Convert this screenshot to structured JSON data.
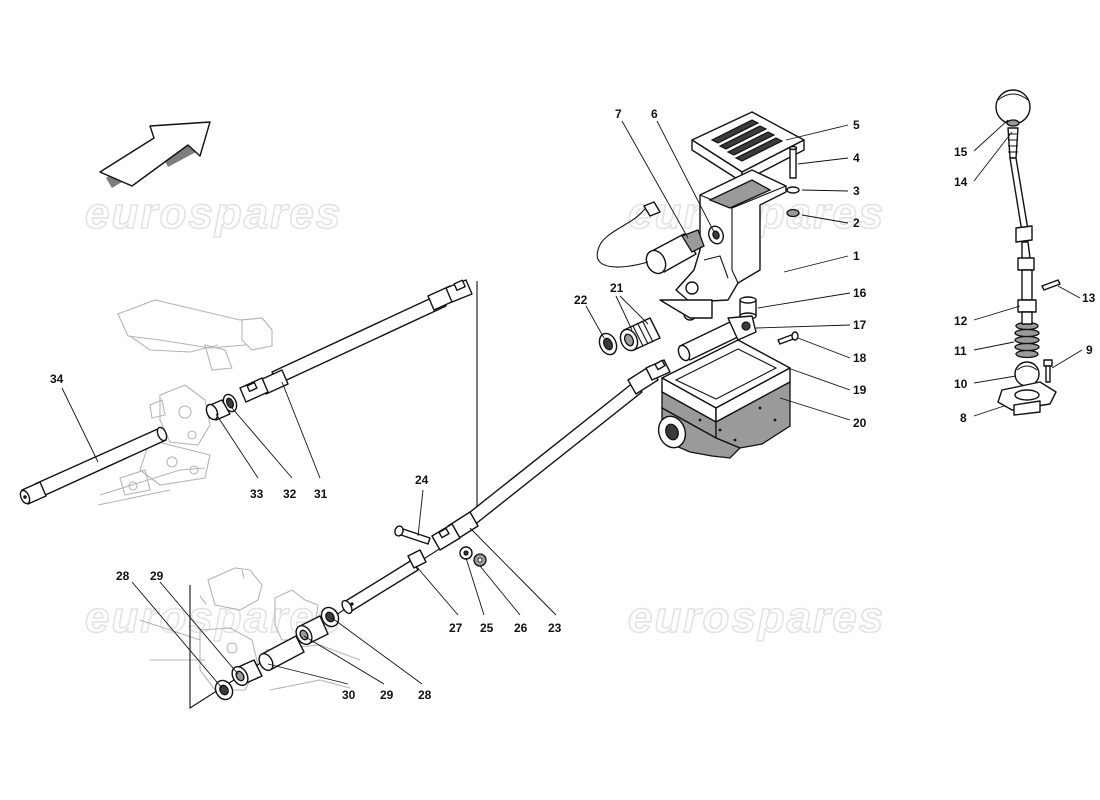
{
  "diagram": {
    "watermark": "eurospares",
    "callouts": [
      {
        "id": "c1",
        "text": "1"
      },
      {
        "id": "c2",
        "text": "2"
      },
      {
        "id": "c3",
        "text": "3"
      },
      {
        "id": "c4",
        "text": "4"
      },
      {
        "id": "c5",
        "text": "5"
      },
      {
        "id": "c6",
        "text": "6"
      },
      {
        "id": "c7",
        "text": "7"
      },
      {
        "id": "c8",
        "text": "8"
      },
      {
        "id": "c9",
        "text": "9"
      },
      {
        "id": "c10",
        "text": "10"
      },
      {
        "id": "c11",
        "text": "11"
      },
      {
        "id": "c12",
        "text": "12"
      },
      {
        "id": "c13",
        "text": "13"
      },
      {
        "id": "c14",
        "text": "14"
      },
      {
        "id": "c15",
        "text": "15"
      },
      {
        "id": "c16",
        "text": "16"
      },
      {
        "id": "c17",
        "text": "17"
      },
      {
        "id": "c18",
        "text": "18"
      },
      {
        "id": "c19",
        "text": "19"
      },
      {
        "id": "c20",
        "text": "20"
      },
      {
        "id": "c21",
        "text": "21"
      },
      {
        "id": "c22",
        "text": "22"
      },
      {
        "id": "c23",
        "text": "23"
      },
      {
        "id": "c24",
        "text": "24"
      },
      {
        "id": "c25",
        "text": "25"
      },
      {
        "id": "c26",
        "text": "26"
      },
      {
        "id": "c27",
        "text": "27"
      },
      {
        "id": "c28a",
        "text": "28"
      },
      {
        "id": "c28b",
        "text": "28"
      },
      {
        "id": "c29a",
        "text": "29"
      },
      {
        "id": "c29b",
        "text": "29"
      },
      {
        "id": "c30",
        "text": "30"
      },
      {
        "id": "c31",
        "text": "31"
      },
      {
        "id": "c32",
        "text": "32"
      },
      {
        "id": "c33",
        "text": "33"
      },
      {
        "id": "c34",
        "text": "34"
      }
    ]
  }
}
